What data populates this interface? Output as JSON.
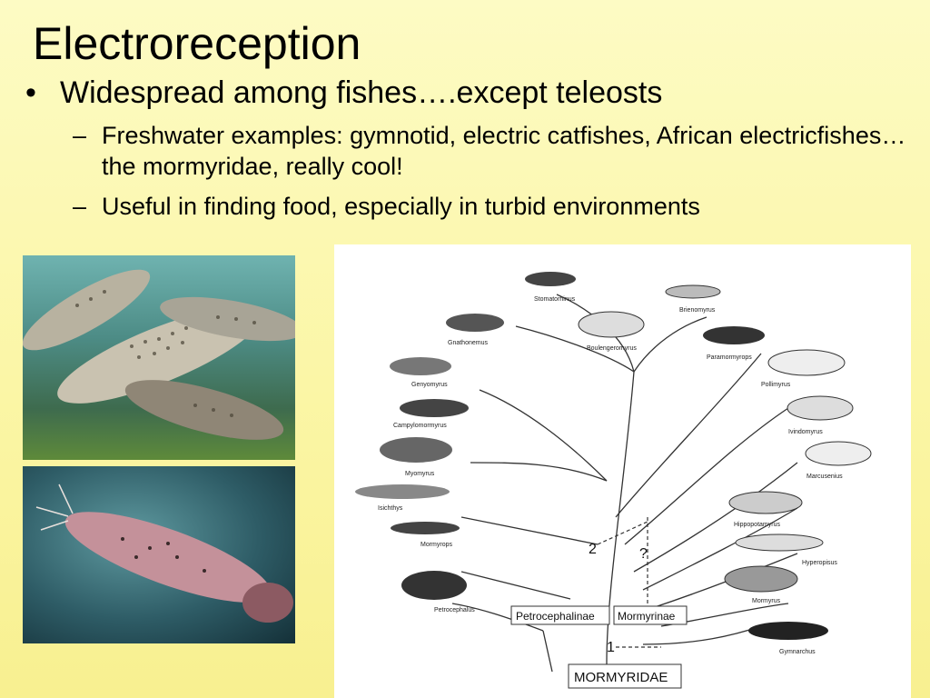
{
  "slide": {
    "title": "Electroreception",
    "bullets": [
      {
        "text": "Widespread among fishes….except teleosts",
        "subbullets": [
          "Freshwater examples: gymnotid, electric catfishes, African electricfishes…the mormyridae, really cool!",
          "Useful in finding food, especially in turbid environments"
        ]
      }
    ],
    "bullet_marks": {
      "level1": "•",
      "level2": "–"
    }
  },
  "photos": {
    "top": {
      "icon": "fish-school-photo"
    },
    "bottom": {
      "icon": "catfish-photo"
    }
  },
  "diagram": {
    "root": "MORMYRIDAE",
    "subfamilies": [
      "Petrocephalinae",
      "Mormyrinae"
    ],
    "node_labels": [
      "1",
      "2",
      "?"
    ],
    "genera": [
      "Stomatorhinus",
      "Brienomyrus",
      "Gnathonemus",
      "Boulengeromyrus",
      "Paramormyrops",
      "Genyomyrus",
      "Pollimyrus",
      "Campylomormyrus",
      "Ivindomyrus",
      "Myomyrus",
      "Marcusenius",
      "Isichthys",
      "Hippopotamyrus",
      "Mormyrops",
      "Hyperopisus",
      "Mormyrus",
      "Petrocephalus",
      "Gymnarchus"
    ]
  }
}
